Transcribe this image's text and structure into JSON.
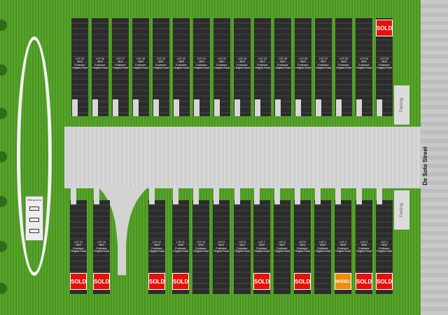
{
  "street": {
    "name": "De Soto Street"
  },
  "parking": [
    {
      "label": "Parking"
    },
    {
      "label": "Parking"
    }
  ],
  "sitting_area": {
    "label": "Sitting Area"
  },
  "colors": {
    "sold": "#e3120b",
    "model": "#f08c0b",
    "grass": "#4f9a24",
    "road": "#d8d8d8",
    "roof": "#2c2c2c"
  },
  "lots_top": [
    {
      "lot": "LOT 15",
      "address": "4615 Endeavor",
      "road": "Heights Road",
      "status": ""
    },
    {
      "lot": "LOT 16",
      "address": "4613 Endeavor",
      "road": "Heights Road",
      "status": ""
    },
    {
      "lot": "LOT 17",
      "address": "4611 Endeavor",
      "road": "Heights Road",
      "status": ""
    },
    {
      "lot": "LOT 18",
      "address": "4609 Endeavor",
      "road": "Heights Road",
      "status": ""
    },
    {
      "lot": "LOT 19",
      "address": "4607 Endeavor",
      "road": "Heights Road",
      "status": ""
    },
    {
      "lot": "LOT 20",
      "address": "4605 Endeavor",
      "road": "Heights Road",
      "status": ""
    },
    {
      "lot": "LOT 21",
      "address": "4603 Endeavor",
      "road": "Heights Road",
      "status": ""
    },
    {
      "lot": "LOT 22",
      "address": "4601 Endeavor",
      "road": "Heights Road",
      "status": ""
    },
    {
      "lot": "LOT 23",
      "address": "4619 Endeavor",
      "road": "Heights Road",
      "status": ""
    },
    {
      "lot": "LOT 24",
      "address": "4617 Endeavor",
      "road": "Heights Road",
      "status": ""
    },
    {
      "lot": "LOT 25",
      "address": "4621 Endeavor",
      "road": "Heights Road",
      "status": ""
    },
    {
      "lot": "LOT 26",
      "address": "4623 Endeavor",
      "road": "Heights Road",
      "status": ""
    },
    {
      "lot": "LOT 27",
      "address": "4627 Endeavor",
      "road": "Heights Road",
      "status": ""
    },
    {
      "lot": "LOT 28",
      "address": "4629 Endeavor",
      "road": "Heights Road",
      "status": ""
    },
    {
      "lot": "LOT 29",
      "address": "4631 Endeavor",
      "road": "Heights Road",
      "status": ""
    },
    {
      "lot": "LOT 30",
      "address": "4633 Endeavor",
      "road": "Heights Road",
      "status": "SOLD"
    }
  ],
  "lots_bottom": [
    {
      "lot": "LOT 14",
      "address": "4602 Endeavor",
      "road": "Heights Road",
      "status": "SOLD"
    },
    {
      "lot": "LOT 13",
      "address": "4604 Endeavor",
      "road": "Heights Road",
      "status": "SOLD"
    },
    {
      "lot": "LOT 12",
      "address": "4606 Endeavor",
      "road": "Heights Road",
      "status": "SOLD"
    },
    {
      "lot": "LOT 11",
      "address": "4608 Endeavor",
      "road": "Heights Road",
      "status": "SOLD"
    },
    {
      "lot": "LOT 10",
      "address": "4610 Endeavor",
      "road": "Heights Road",
      "status": ""
    },
    {
      "lot": "LOT 9",
      "address": "4612 Endeavor",
      "road": "Heights Road",
      "status": ""
    },
    {
      "lot": "LOT 8",
      "address": "4614 Endeavor",
      "road": "Heights Road",
      "status": ""
    },
    {
      "lot": "LOT 7",
      "address": "4620 Endeavor",
      "road": "Heights Road",
      "status": "SOLD"
    },
    {
      "lot": "LOT 6",
      "address": "4622 Endeavor",
      "road": "Heights Road",
      "status": ""
    },
    {
      "lot": "LOT 5",
      "address": "4624 Endeavor",
      "road": "Heights Road",
      "status": "SOLD"
    },
    {
      "lot": "LOT 4",
      "address": "4626 Endeavor",
      "road": "Heights Road",
      "status": ""
    },
    {
      "lot": "LOT 3",
      "address": "4628 Endeavor",
      "road": "Heights Road",
      "status": "MODEL"
    },
    {
      "lot": "LOT 2",
      "address": "4630 Endeavor",
      "road": "Heights Road",
      "status": "SOLD"
    },
    {
      "lot": "LOT 1",
      "address": "4632 Endeavor",
      "road": "Heights Road",
      "status": "SOLD"
    }
  ]
}
